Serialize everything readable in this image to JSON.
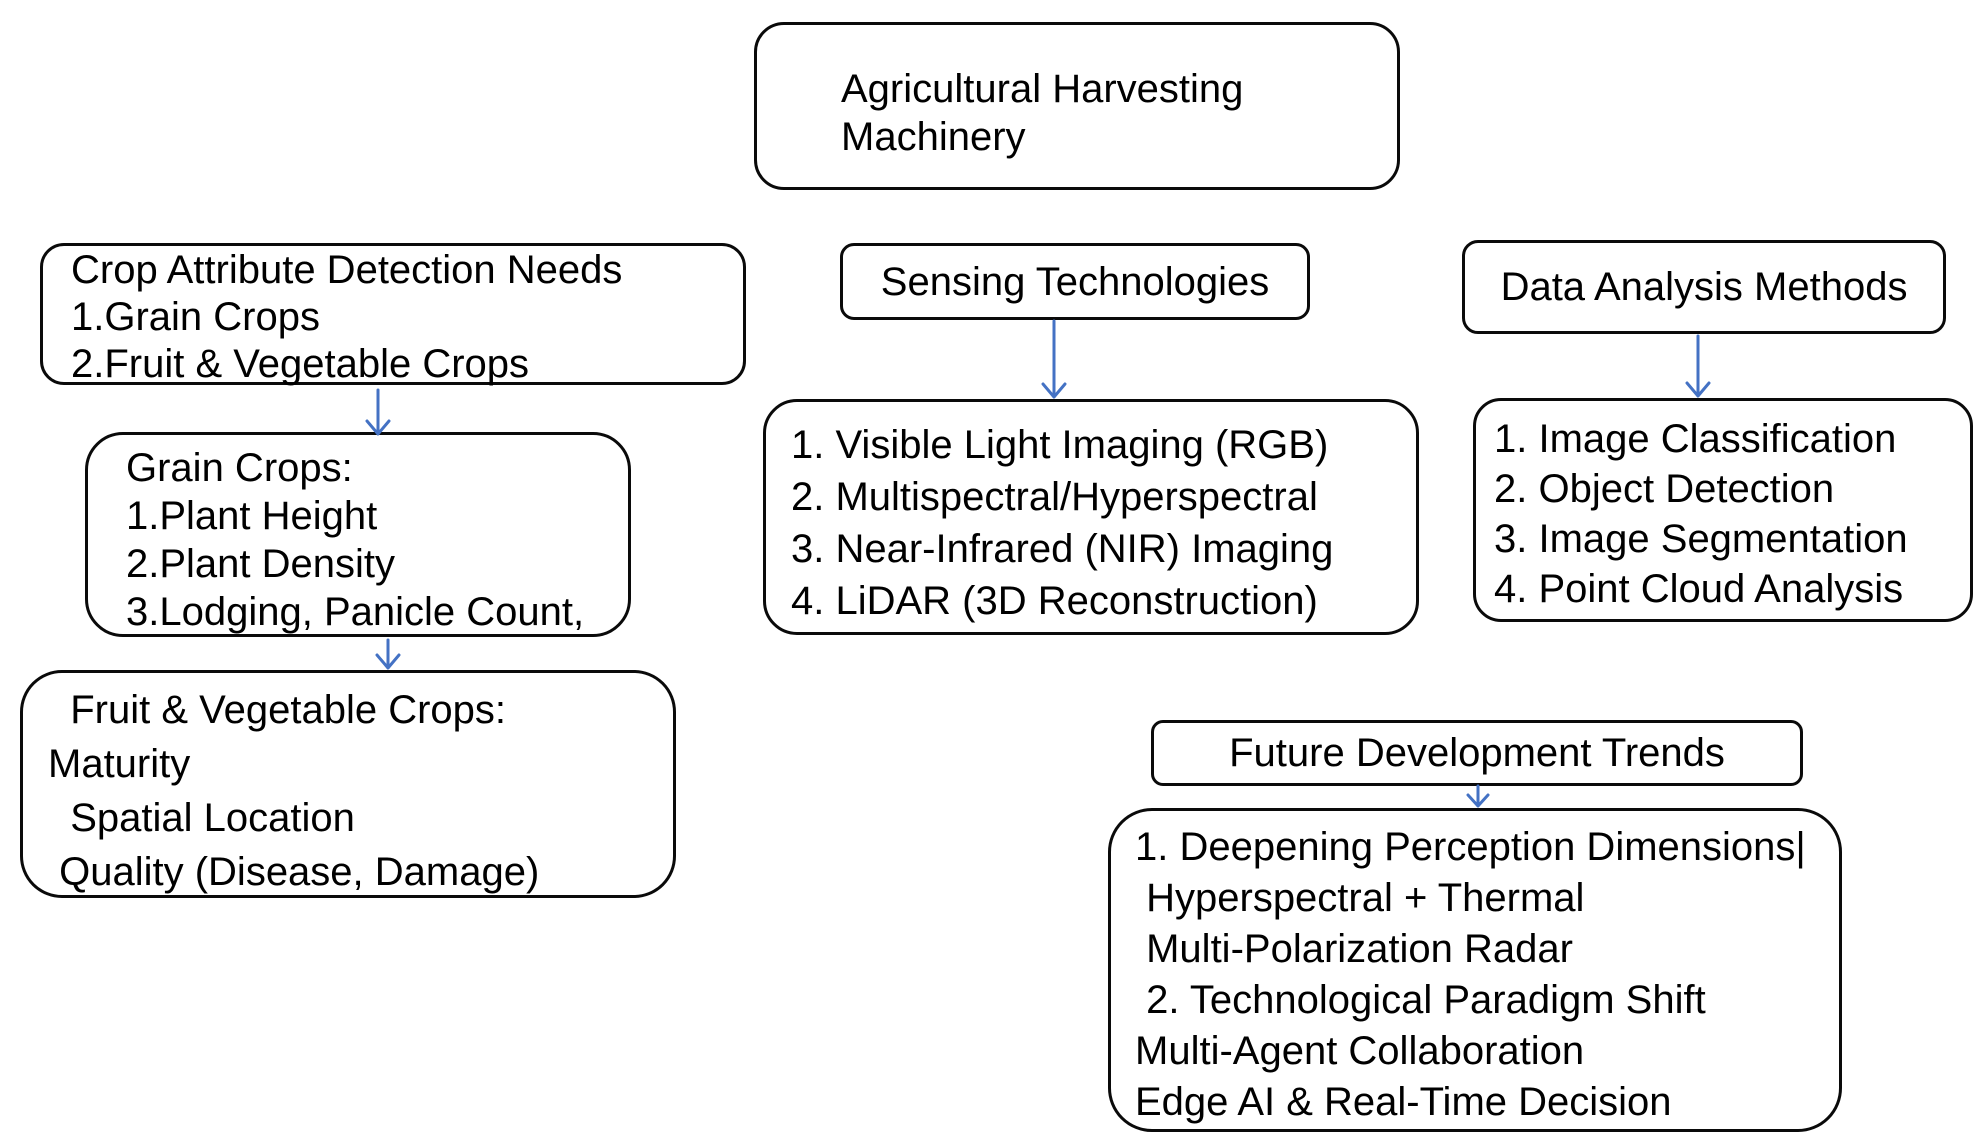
{
  "title": "Agricultural Harvesting Machinery Flowchart",
  "colors": {
    "accent": "#4472C4",
    "border": "#0a0a0a",
    "text": "#000000",
    "background": "#ffffff"
  },
  "nodes": {
    "root": {
      "lines": [
        "Agricultural Harvesting",
        "Machinery"
      ]
    },
    "crop_needs": {
      "lines": [
        "Crop Attribute Detection Needs",
        "1.Grain Crops",
        "2.Fruit & Vegetable Crops"
      ]
    },
    "grain_crops": {
      "lines": [
        "Grain Crops:",
        "1.Plant Height",
        "2.Plant Density",
        "3.Lodging, Panicle Count,"
      ]
    },
    "fruit_veg_crops": {
      "lines": [
        "  Fruit & Vegetable Crops:",
        "Maturity",
        "  Spatial Location",
        " Quality (Disease, Damage)"
      ]
    },
    "sensing": {
      "label": "Sensing Technologies"
    },
    "sensing_list": {
      "lines": [
        "1. Visible Light Imaging (RGB)",
        "2. Multispectral/Hyperspectral",
        "3. Near-Infrared (NIR) Imaging",
        "4. LiDAR (3D Reconstruction)"
      ]
    },
    "analysis": {
      "label": "Data Analysis Methods"
    },
    "analysis_list": {
      "lines": [
        "1. Image Classification",
        "2. Object Detection",
        "3. Image Segmentation",
        "4. Point Cloud Analysis"
      ]
    },
    "future": {
      "label": "Future Development Trends"
    },
    "future_list": {
      "lines": [
        "1. Deepening Perception Dimensions|",
        " Hyperspectral + Thermal",
        " Multi-Polarization Radar",
        " 2. Technological Paradigm Shift",
        "Multi-Agent Collaboration",
        "Edge AI & Real-Time Decision"
      ]
    }
  }
}
